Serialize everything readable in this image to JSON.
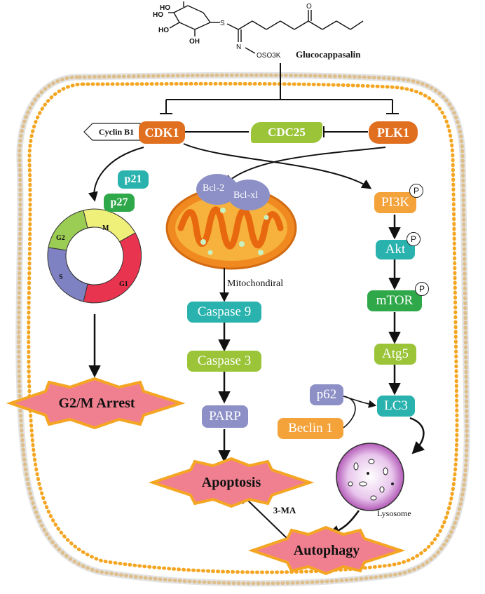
{
  "compound": {
    "name": "Glucocappasalin",
    "hydroxyls": [
      "HO",
      "HO",
      "HO",
      "OH"
    ],
    "sulfur": "S",
    "nitrogen": "N",
    "ketone_oxygen": "O",
    "sulfate_group": "OSO3K"
  },
  "cell_cycle_branch": {
    "cyclin": "Cyclin B1",
    "cdk": "CDK1",
    "inhibitors": [
      "p21",
      "p27"
    ],
    "phases": [
      "G2",
      "M",
      "G1",
      "S"
    ],
    "outcome": "G2/M Arrest"
  },
  "upstream": {
    "cdc25": "CDC25",
    "plk1": "PLK1"
  },
  "apoptosis_branch": {
    "bcl_proteins": [
      "Bcl-2",
      "Bcl-xl"
    ],
    "organelle_label": "Mitochondiral",
    "steps": [
      "Caspase 9",
      "Caspase 3",
      "PARP"
    ],
    "outcome": "Apoptosis"
  },
  "autophagy_branch": {
    "phospho_mark": "P",
    "steps": [
      "PI3K",
      "Akt",
      "mTOR",
      "Atg5",
      "LC3"
    ],
    "cofactors": [
      "p62",
      "Beclin 1"
    ],
    "lysosome_label": "Lysosome",
    "outcome": "Autophagy",
    "inhibitor": "3-MA"
  },
  "colors": {
    "cdk1": "#e07020",
    "cdc25": "#9bc438",
    "plk1": "#e07020",
    "p21": "#2ab3ae",
    "p27": "#2fa84a",
    "caspase9": "#2ab3ae",
    "caspase3": "#9bc438",
    "parp": "#8d90c6",
    "pi3k": "#f4a23a",
    "akt": "#2ab3ae",
    "mtor": "#2fa84a",
    "atg5": "#9bc438",
    "lc3": "#2ab3ae",
    "p62": "#8d90c6",
    "beclin1": "#f4a23a",
    "star_fill": "#f08090",
    "star_border": "#f4a623",
    "membrane": "#f4a623"
  }
}
